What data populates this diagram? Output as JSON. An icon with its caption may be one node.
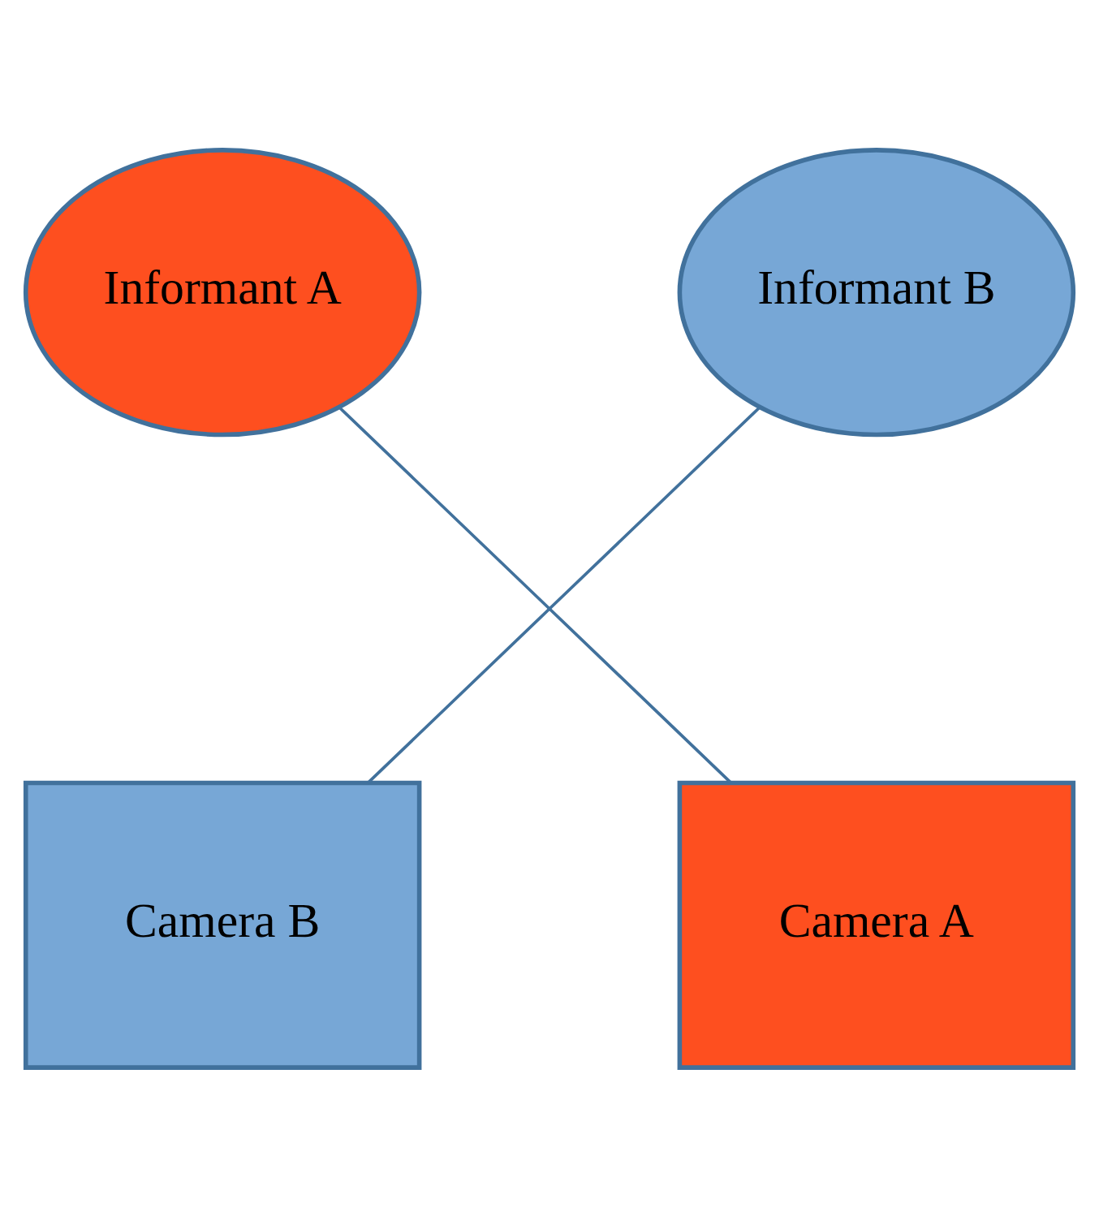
{
  "diagram": {
    "nodes": [
      {
        "text": [
          "Informant A"
        ]
      },
      {
        "text": [
          "Informant B"
        ]
      },
      {
        "text": [
          "Camera B"
        ]
      },
      {
        "text": [
          "Camera A"
        ]
      }
    ],
    "edges": [
      {
        "from": 0,
        "to": 3,
        "arrow": "none"
      },
      {
        "from": 1,
        "to": 2,
        "arrow": "none"
      }
    ]
  }
}
